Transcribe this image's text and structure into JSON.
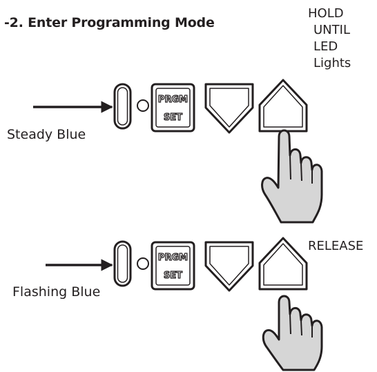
{
  "title": "-2. Enter Programming Mode",
  "hold_instruction": [
    "HOLD",
    "UNTIL",
    "LED",
    "Lights"
  ],
  "release_instruction": "RELEASE",
  "step1": {
    "led_label": "Steady Blue"
  },
  "step2": {
    "led_label": "Flashing Blue"
  },
  "buttons": {
    "prgm_top": "PRGM",
    "prgm_bottom": "SET"
  },
  "colors": {
    "ink": "#231f20",
    "hand_fill": "#d6d6d6"
  }
}
